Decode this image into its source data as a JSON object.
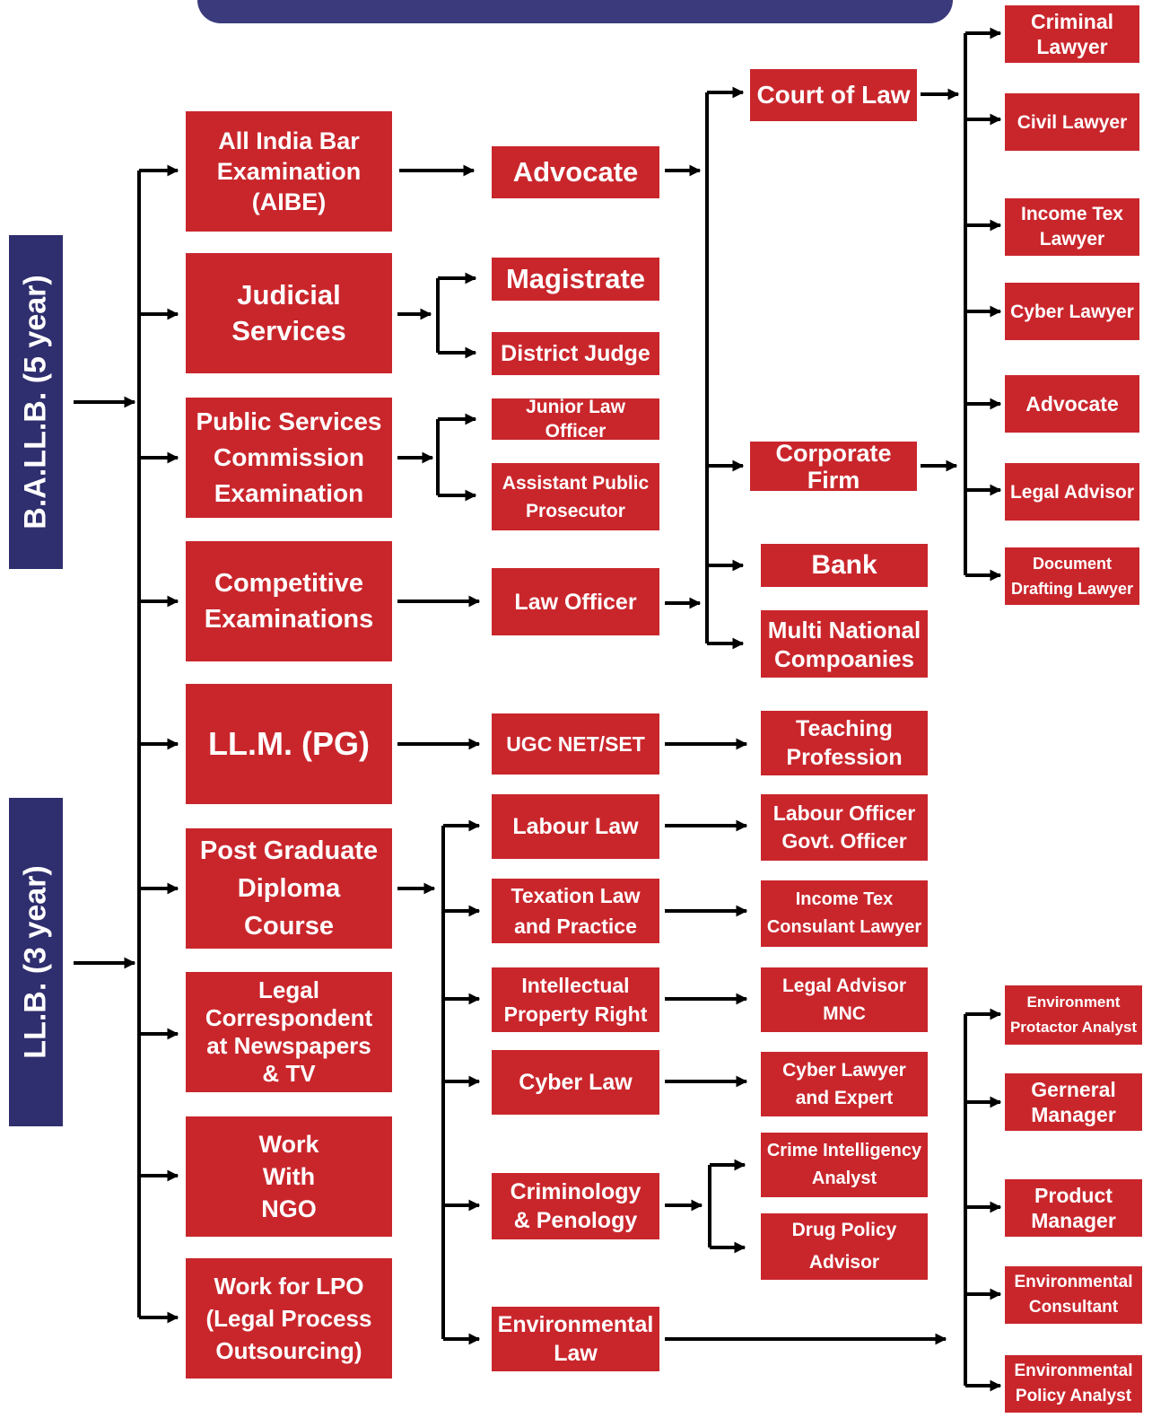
{
  "programs": {
    "ballb": "B.A.LL.B. (5 year)",
    "llb": "LL.B. (3 year)"
  },
  "level1": {
    "aibe": "All India Bar\nExamination\n(AIBE)",
    "judicial": "Judicial\nServices",
    "psc": "Public Services\nCommission\nExamination",
    "competitive": "Competitive\nExaminations",
    "llm": "LL.M. (PG)",
    "pg_diploma": "Post Graduate\nDiploma\nCourse",
    "legal_correspondent": "Legal\nCorrespondent\nat Newspapers\n& TV",
    "ngo": "Work\nWith\nNGO",
    "lpo": "Work for LPO\n(Legal Process\nOutsourcing)"
  },
  "level2": {
    "advocate": "Advocate",
    "magistrate": "Magistrate",
    "district_judge": "District Judge",
    "junior_law_officer": "Junior Law Officer",
    "app": "Assistant Public\nProsecutor",
    "law_officer": "Law Officer",
    "ugc_net": "UGC NET/SET",
    "labour_law": "Labour Law",
    "texation_law": "Texation Law\nand Practice",
    "ipr": "Intellectual\nProperty Right",
    "cyber_law": "Cyber Law",
    "criminology": "Criminology\n& Penology",
    "environmental_law": "Environmental\nLaw"
  },
  "level3": {
    "court_of_law": "Court of Law",
    "corporate_firm": "Corporate Firm",
    "bank": "Bank",
    "mnc": "Multi National\nCompoanies",
    "teaching": "Teaching\nProfession",
    "labour_officer": "Labour Officer\nGovt. Officer",
    "income_tex_consultant": "Income Tex\nConsulant Lawyer",
    "legal_advisor_mnc": "Legal Advisor\nMNC",
    "cyber_lawyer_expert": "Cyber Lawyer\nand Expert",
    "crime_intel": "Crime Intelligency\nAnalyst",
    "drug_policy": "Drug Policy\nAdvisor"
  },
  "level4": {
    "criminal_lawyer": "Criminal\nLawyer",
    "civil_lawyer": "Civil Lawyer",
    "income_tex_lawyer": "Income Tex\nLawyer",
    "cyber_lawyer": "Cyber Lawyer",
    "advocate": "Advocate",
    "legal_advisor": "Legal Advisor",
    "document_drafting": "Document\nDrafting Lawyer",
    "env_protactor": "Environment\nProtactor Analyst",
    "general_manager": "Gerneral\nManager",
    "product_manager": "Product\nManager",
    "env_consultant": "Environmental\nConsultant",
    "env_policy": "Environmental\nPolicy Analyst"
  },
  "colors": {
    "box": "#c9262c",
    "program_bar": "#2f2e6e",
    "banner": "#3a3a7c",
    "arrow": "#000000"
  }
}
